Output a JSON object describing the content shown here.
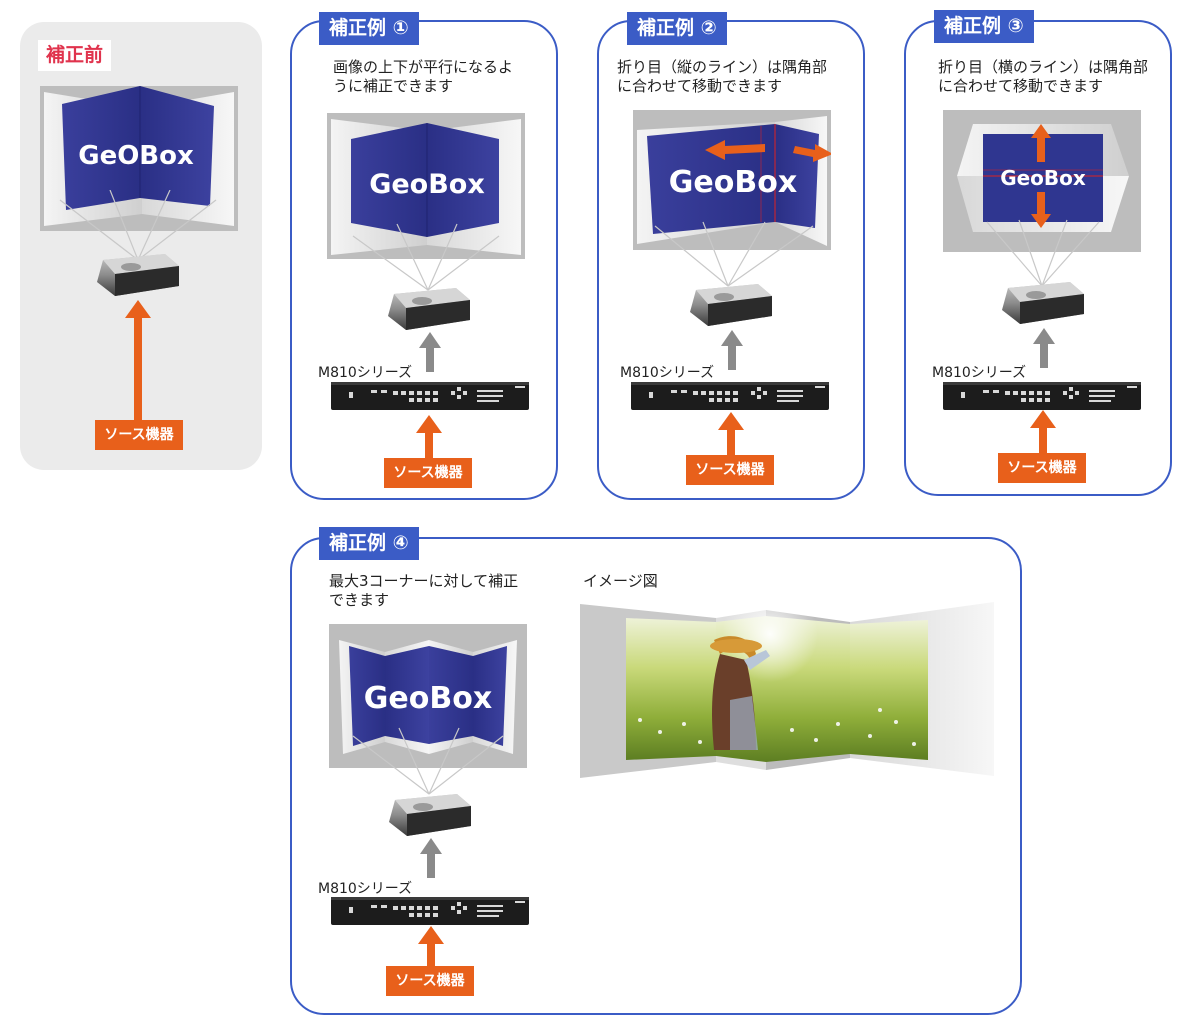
{
  "before": {
    "title": "補正前",
    "screen_text": "GeOBox",
    "source": "ソース機器"
  },
  "examples": [
    {
      "title": "補正例 ①",
      "description": [
        "画像の上下が平行になるよ",
        "うに補正できます"
      ],
      "screen_text": "GeoBox",
      "series": "M810シリーズ",
      "source": "ソース機器"
    },
    {
      "title": "補正例 ②",
      "description": [
        "折り目（縦のライン）は隅角部",
        "に合わせて移動できます"
      ],
      "screen_text": "GeoBox",
      "series": "M810シリーズ",
      "source": "ソース機器"
    },
    {
      "title": "補正例 ③",
      "description": [
        "折り目（横のライン）は隅角部",
        "に合わせて移動できます"
      ],
      "screen_text": "GeoBox",
      "series": "M810シリーズ",
      "source": "ソース機器"
    },
    {
      "title": "補正例 ④",
      "description": [
        "最大3コーナーに対して補正",
        "できます"
      ],
      "screen_text": "GeoBox",
      "series": "M810シリーズ",
      "source": "ソース機器",
      "image_label": "イメージ図"
    }
  ],
  "colors": {
    "panel_border": "#3b5cc6",
    "tag_bg": "#3b5cc6",
    "before_title": "#e0334d",
    "source_bg": "#e8601b",
    "screen_blue": "#2f3690",
    "arrow_orange": "#e8601b",
    "arrow_gray": "#8a8a8a"
  }
}
